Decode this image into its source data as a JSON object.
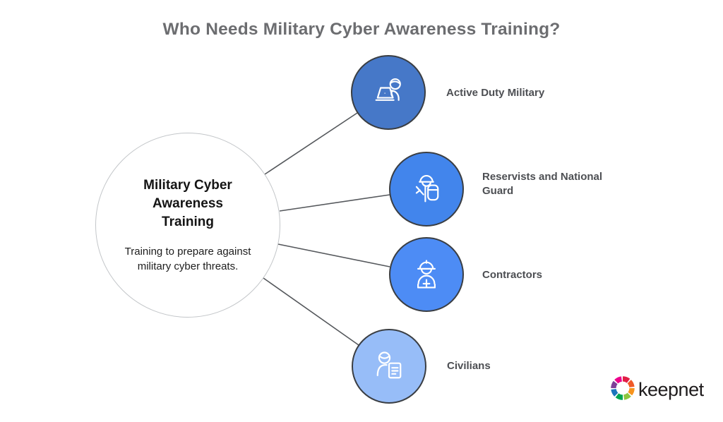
{
  "title": "Who Needs Military Cyber Awareness Training?",
  "center": {
    "heading": "Military Cyber Awareness Training",
    "description": "Training to prepare against military cyber threats."
  },
  "nodes": [
    {
      "label": "Active Duty Military",
      "icon": "soldier-at-laptop-icon",
      "circle_color": "#4678c8"
    },
    {
      "label": "Reservists and National Guard",
      "icon": "soldier-with-backpack-icon",
      "circle_color": "#4285ec"
    },
    {
      "label": "Contractors",
      "icon": "construction-worker-icon",
      "circle_color": "#4d8cf5"
    },
    {
      "label": "Civilians",
      "icon": "person-with-document-icon",
      "circle_color": "#97bdf8"
    }
  ],
  "styles": {
    "title_color": "#6c6d70",
    "label_color": "#4d4f53",
    "connector_color": "#55585c",
    "center_border_color": "#c3c6c9",
    "node_border_color": "#3a3e43",
    "icon_stroke_color": "#ffffff"
  },
  "logo": {
    "text": "keepnet",
    "pinwheel_colors": [
      "#E21E45",
      "#F05A28",
      "#F7941D",
      "#8CC63F",
      "#00A651",
      "#1B75BC",
      "#7E3F98",
      "#EC008C"
    ]
  }
}
